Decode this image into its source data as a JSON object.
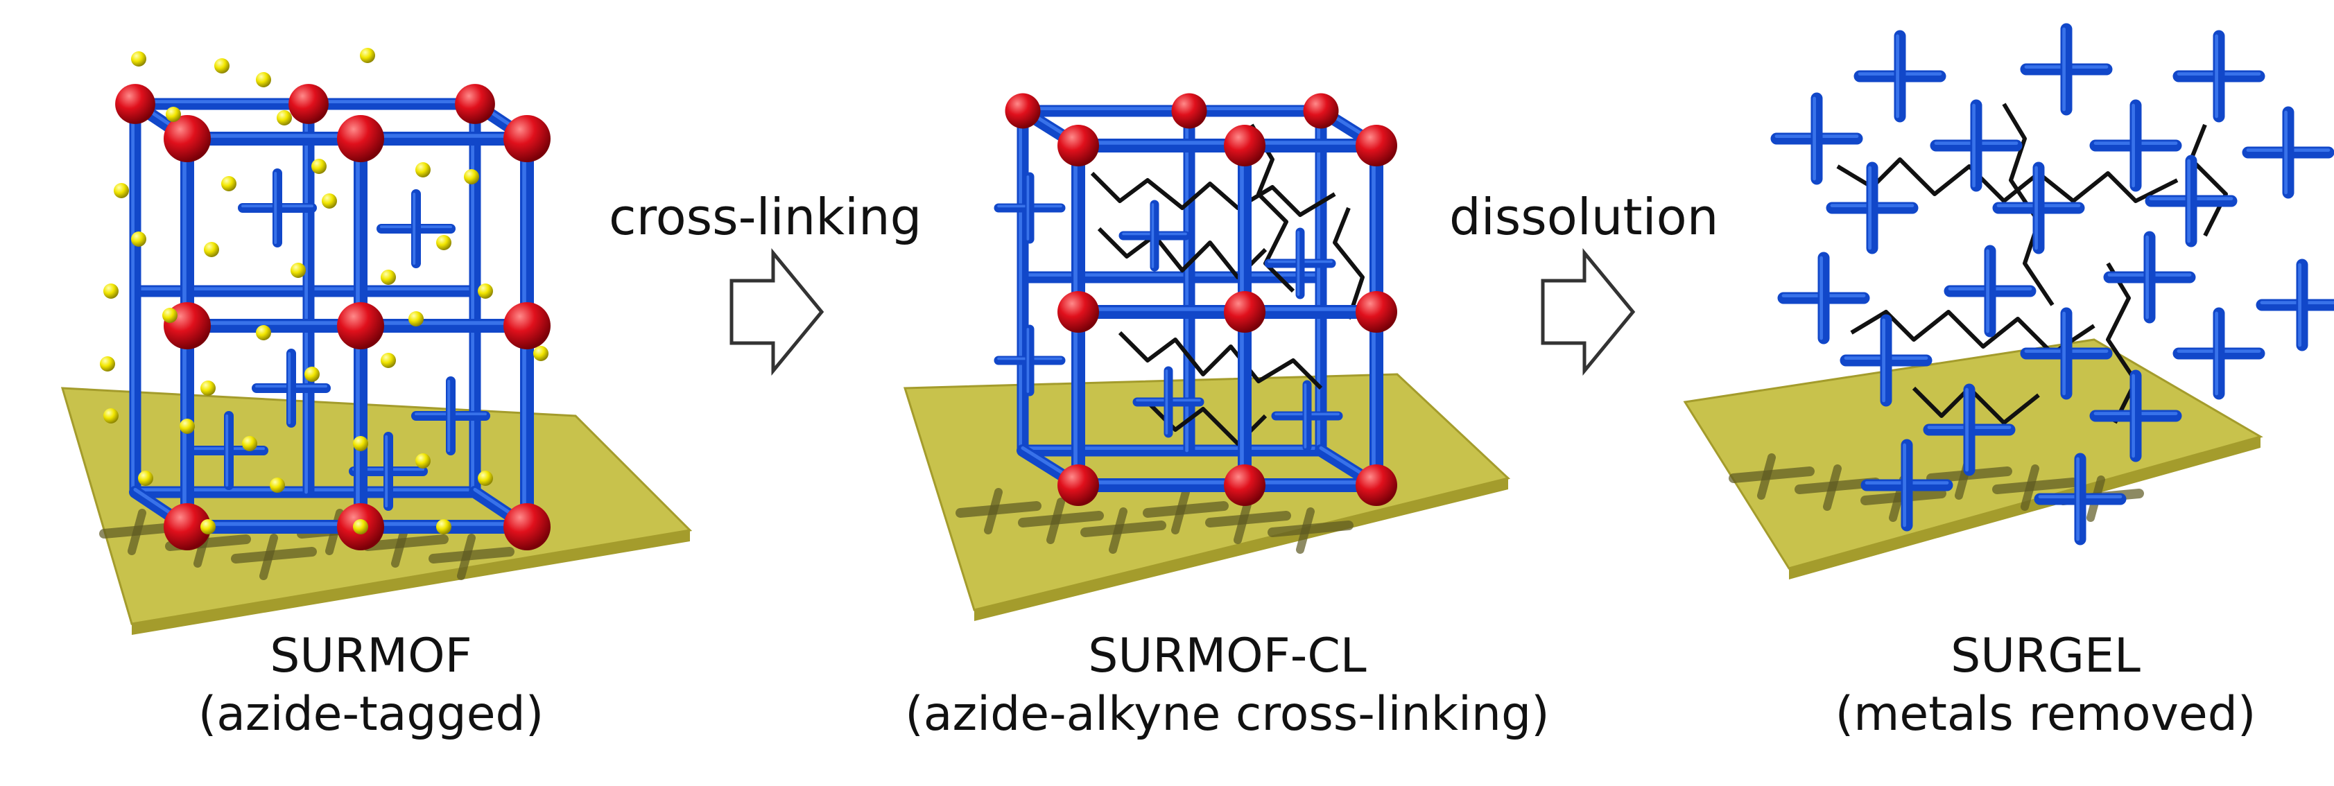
{
  "colors": {
    "strut": "#1147c9",
    "strut_highlight": "#3f7af0",
    "metal_node": "#e0101c",
    "azide_tag": "#f2e600",
    "substrate": "#c8c24c",
    "substrate_edge": "#a49c2c",
    "crosslink": "#111111",
    "shadow": "#5d5a22"
  },
  "arrows": [
    {
      "label": "cross-linking",
      "icon": "hollow-right-arrow-icon"
    },
    {
      "label": "dissolution",
      "icon": "hollow-right-arrow-icon"
    }
  ],
  "panels": [
    {
      "name": "SURMOF",
      "subtitle": "(azide-tagged)"
    },
    {
      "name": "SURMOF-CL",
      "subtitle": "(azide-alkyne cross-linking)"
    },
    {
      "name": "SURGEL",
      "subtitle": "(metals removed)"
    }
  ]
}
